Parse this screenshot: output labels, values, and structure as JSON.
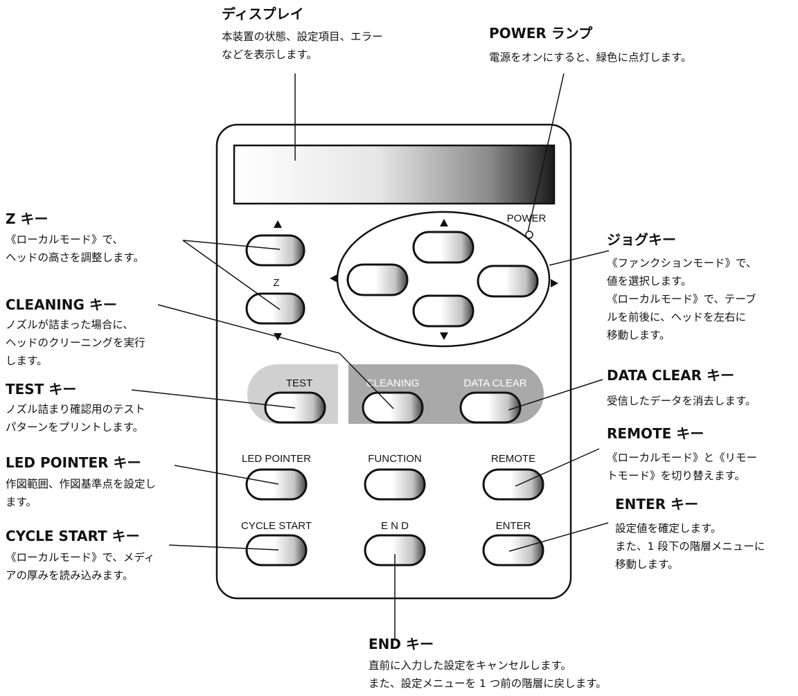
{
  "callouts": {
    "display": {
      "title": "ディスプレイ",
      "lines": [
        "本装置の状態、設定項目、エラー",
        "などを表示します。"
      ]
    },
    "power": {
      "title": "POWER ランプ",
      "lines": [
        "電源をオンにすると、緑色に点灯します。"
      ]
    },
    "z": {
      "title": "Z キー",
      "lines": [
        "《ローカルモード》で、",
        "ヘッドの高さを調整します。"
      ]
    },
    "jog": {
      "title": "ジョグキー",
      "lines": [
        "《ファンクションモード》で、",
        "値を選択します。",
        "《ローカルモード》で、テーブ",
        "ルを前後に、ヘッドを左右に",
        "移動します。"
      ]
    },
    "cleaning": {
      "title": "CLEANING キー",
      "lines": [
        "ノズルが詰まった場合に、",
        "ヘッドのクリーニングを実行",
        "します。"
      ]
    },
    "test": {
      "title": "TEST キー",
      "lines": [
        "ノズル詰まり確認用のテスト",
        "パターンをプリントします。"
      ]
    },
    "data_clear": {
      "title": "DATA CLEAR キー",
      "lines": [
        "受信したデータを消去します。"
      ]
    },
    "remote": {
      "title": "REMOTE キー",
      "lines": [
        "《ローカルモード》と《リモー",
        "トモード》を切り替えます。"
      ]
    },
    "led_pointer": {
      "title": "LED POINTER キー",
      "lines": [
        "作図範囲、作図基準点を設定し",
        "ます。"
      ]
    },
    "enter": {
      "title": "ENTER キー",
      "lines": [
        "設定値を確定します。",
        "また、1 段下の階層メニューに",
        "移動します。"
      ]
    },
    "cycle_start": {
      "title": "CYCLE START キー",
      "lines": [
        "《ローカルモード》で、メディ",
        "アの厚みを読み込みます。"
      ]
    },
    "end": {
      "title": "END キー",
      "lines": [
        "直前に入力した設定をキャンセルします。",
        "また、設定メニューを 1 つ前の階層に戻します。"
      ]
    }
  },
  "panel": {
    "power_label": "POWER",
    "z_label": "Z",
    "keys": {
      "test": "TEST",
      "cleaning": "CLEANING",
      "data_clear": "DATA CLEAR",
      "led_pointer": "LED POINTER",
      "function": "FUNCTION",
      "remote": "REMOTE",
      "cycle_start": "CYCLE START",
      "end": "E N D",
      "enter": "ENTER"
    }
  },
  "colors": {
    "line": "#111111",
    "test_zone": "#d0d0d0",
    "cleaning_zone": "#a9a9a9",
    "display_dark": "#1a1a1a"
  }
}
